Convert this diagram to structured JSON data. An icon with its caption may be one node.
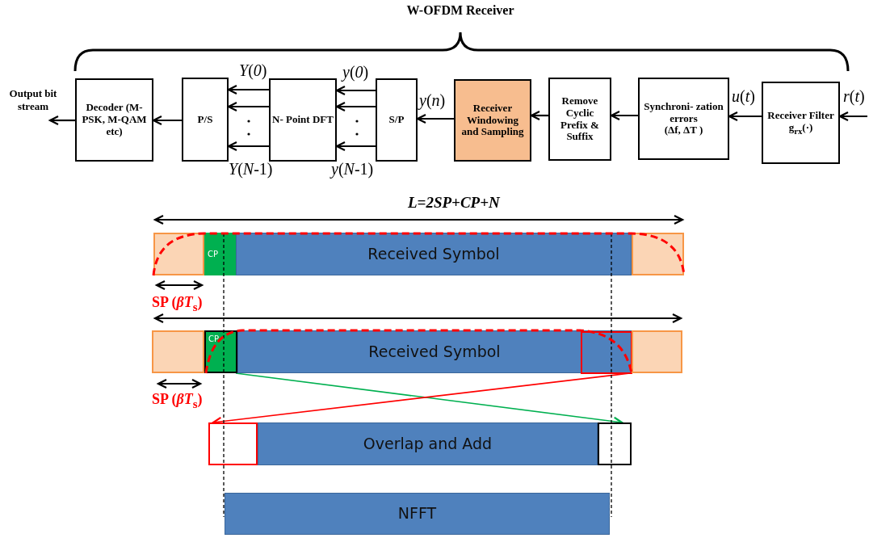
{
  "diagram": {
    "title": "W-OFDM Receiver",
    "nodes": [
      {
        "text": [
          "Decoder (M-PSK, M-QAM etc)"
        ]
      },
      {
        "text": [
          "P/S"
        ]
      },
      {
        "text": [
          "N- Point DFT"
        ]
      },
      {
        "text": [
          "S/P"
        ]
      },
      {
        "text": [
          "Receiver Windowing and Sampling"
        ]
      },
      {
        "text": [
          "Remove Cyclic Prefix & Suffix"
        ]
      },
      {
        "text": [
          "Synchroni- zation errors",
          "(Δf, ΔT )"
        ]
      },
      {
        "text": [
          "Receiver Filter",
          "g$_{rx}$(·)"
        ]
      },
      {
        "text": [],
        "shape": "box"
      },
      {
        "text": [
          "CP"
        ]
      },
      {
        "text": [
          "Received Symbol"
        ]
      },
      {
        "text": [],
        "shape": "box"
      },
      {
        "text": [],
        "shape": "box"
      },
      {
        "text": [
          "CP"
        ]
      },
      {
        "text": [
          "Received Symbol"
        ]
      },
      {
        "text": [],
        "shape": "box",
        "in": 14
      },
      {
        "text": [],
        "shape": "box"
      },
      {
        "text": [],
        "shape": "box"
      },
      {
        "text": [
          "Overlap and Add"
        ]
      },
      {
        "text": [],
        "shape": "box"
      },
      {
        "text": [
          "NFFT"
        ]
      }
    ],
    "edges": [
      {
        "from": null,
        "to": 7,
        "arrow": "to",
        "label": "*r*(*t*)"
      },
      {
        "from": 7,
        "to": 6,
        "arrow": "to",
        "label": "*u*(*t*)"
      },
      {
        "from": 6,
        "to": 5,
        "arrow": "to"
      },
      {
        "from": 5,
        "to": 4,
        "arrow": "to"
      },
      {
        "from": 4,
        "to": 3,
        "arrow": "to",
        "label": "*y*(*n*)"
      },
      {
        "from": 3,
        "to": 2,
        "arrow": "to",
        "label": "*y*(*0*)"
      },
      {
        "from": 3,
        "to": 2,
        "arrow": "to"
      },
      {
        "from": 3,
        "to": 2,
        "arrow": "to",
        "label": "*y*(*N*-1)"
      },
      {
        "from": 2,
        "to": 1,
        "arrow": "to",
        "label": "*Y*(*0*)"
      },
      {
        "from": 2,
        "to": 1,
        "arrow": "to"
      },
      {
        "from": 2,
        "to": 1,
        "arrow": "to",
        "label": "*Y*(*N*-1)"
      },
      {
        "from": 1,
        "to": 0,
        "arrow": "to"
      },
      {
        "from": 0,
        "to": null,
        "arrow": "to",
        "label": "Output bit stream"
      },
      {
        "from": 13,
        "to": 19,
        "arrow": "to",
        "color": "#00b050"
      },
      {
        "from": 15,
        "to": 17,
        "arrow": "to",
        "color": "#ff0000"
      }
    ],
    "labels": [
      "*L=2SP+CP+N*",
      "SP (*βT*$_{s}$)",
      "SP (*βT*$_{s}$)"
    ]
  }
}
